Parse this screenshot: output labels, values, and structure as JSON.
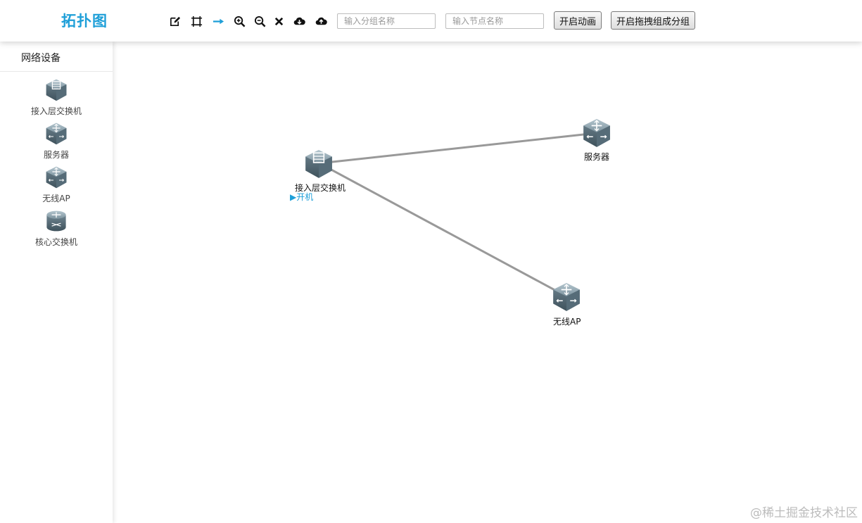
{
  "app": {
    "title": "拓扑图"
  },
  "toolbar": {
    "tools": [
      {
        "icon": "edit-icon"
      },
      {
        "icon": "fit-view-icon"
      },
      {
        "icon": "arrow-connect-icon"
      },
      {
        "icon": "zoom-in-icon"
      },
      {
        "icon": "zoom-out-icon"
      },
      {
        "icon": "delete-icon"
      },
      {
        "icon": "cloud-download-icon"
      },
      {
        "icon": "cloud-upload-icon"
      }
    ],
    "group_search": {
      "placeholder": "输入分组名称",
      "value": ""
    },
    "node_search": {
      "placeholder": "输入节点名称",
      "value": ""
    },
    "animation_button": "开启动画",
    "drag_group_button": "开启拖拽组成分组"
  },
  "sidebar": {
    "title": "网络设备",
    "items": [
      {
        "label": "接入层交换机",
        "icon": "access-switch-icon"
      },
      {
        "label": "服务器",
        "icon": "server-icon"
      },
      {
        "label": "无线AP",
        "icon": "wireless-ap-icon"
      },
      {
        "label": "核心交换机",
        "icon": "core-switch-icon"
      }
    ]
  },
  "canvas": {
    "nodes": [
      {
        "label": "接入层交换机",
        "icon": "access-switch-icon",
        "status": "▶开机"
      },
      {
        "label": "服务器",
        "icon": "server-icon"
      },
      {
        "label": "无线AP",
        "icon": "wireless-ap-icon"
      }
    ],
    "links": [
      {
        "from": "接入层交换机",
        "to": "服务器"
      },
      {
        "from": "接入层交换机",
        "to": "无线AP"
      }
    ],
    "link_color": "#999999"
  },
  "colors": {
    "accent": "#1e9fd8"
  },
  "watermark": "@稀土掘金技术社区"
}
